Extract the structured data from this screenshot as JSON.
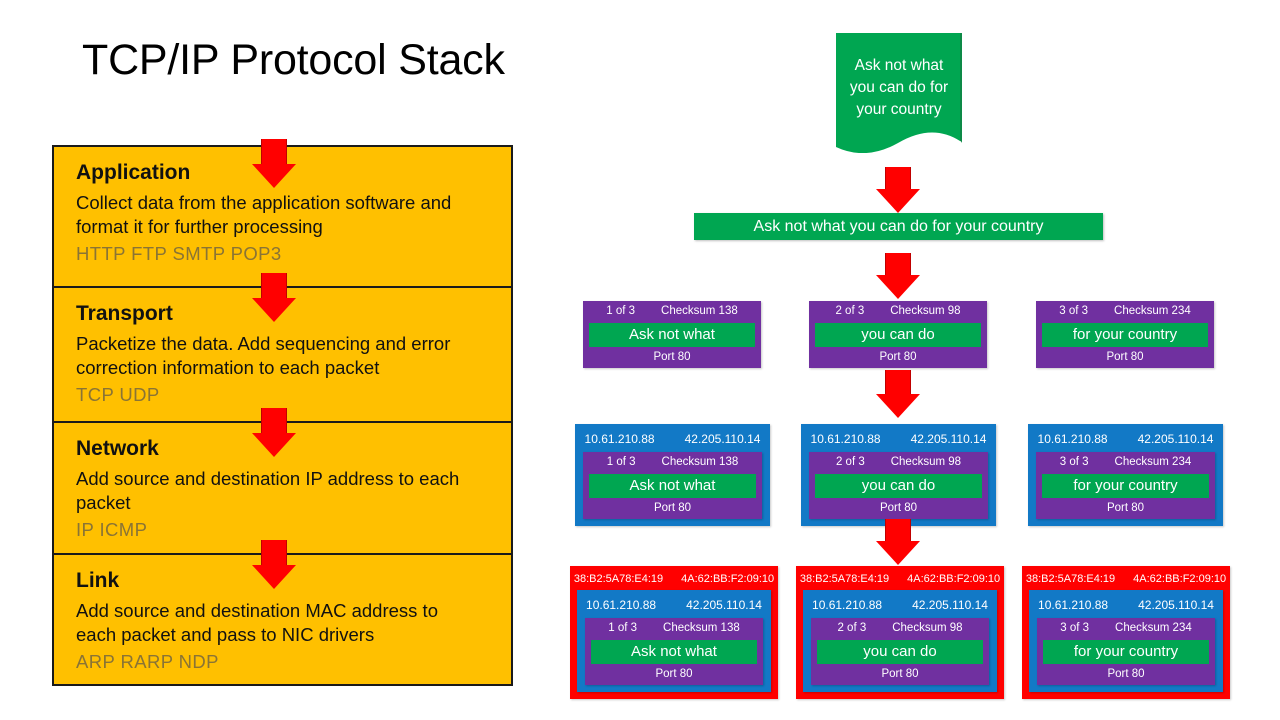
{
  "title": "TCP/IP Protocol Stack",
  "stack": {
    "layers": [
      {
        "name": "Application",
        "description": "Collect data from the application software and format it for further processing",
        "protocols": "HTTP   FTP   SMTP   POP3"
      },
      {
        "name": "Transport",
        "description": "Packetize the data.  Add sequencing and error correction information to each packet",
        "protocols": "TCP   UDP"
      },
      {
        "name": "Network",
        "description": "Add source and destination IP address to each packet",
        "protocols": "IP   ICMP"
      },
      {
        "name": "Link",
        "description": "Add source and destination MAC address to each packet and pass to NIC drivers",
        "protocols": "ARP   RARP   NDP"
      }
    ]
  },
  "flow": {
    "quote_bubble": {
      "lines": [
        "Ask not what",
        "you can do for",
        "your country"
      ]
    },
    "banner": {
      "text": "Ask not what you can do for your country"
    },
    "addresses": {
      "src_ip": "10.61.210.88",
      "dst_ip": "42.205.110.14",
      "src_mac": "38:B2:5A78:E4:19",
      "dst_mac": "4A:62:BB:F2:09:10",
      "port": "Port 80"
    },
    "packets": [
      {
        "sequence": "1 of 3",
        "checksum": "Checksum 138",
        "payload": "Ask not what",
        "port": "Port 80"
      },
      {
        "sequence": "2 of 3",
        "checksum": "Checksum 98",
        "payload": "you can do",
        "port": "Port 80"
      },
      {
        "sequence": "3 of 3",
        "checksum": "Checksum 234",
        "payload": "for your country",
        "port": "Port 80"
      }
    ]
  },
  "colors": {
    "layer_fill": "#FFC000",
    "arrow_red": "#FF0000",
    "payload_green": "#00A651",
    "header_purple": "#7030A0",
    "network_blue": "#1279C6",
    "link_red": "#FF0000"
  }
}
